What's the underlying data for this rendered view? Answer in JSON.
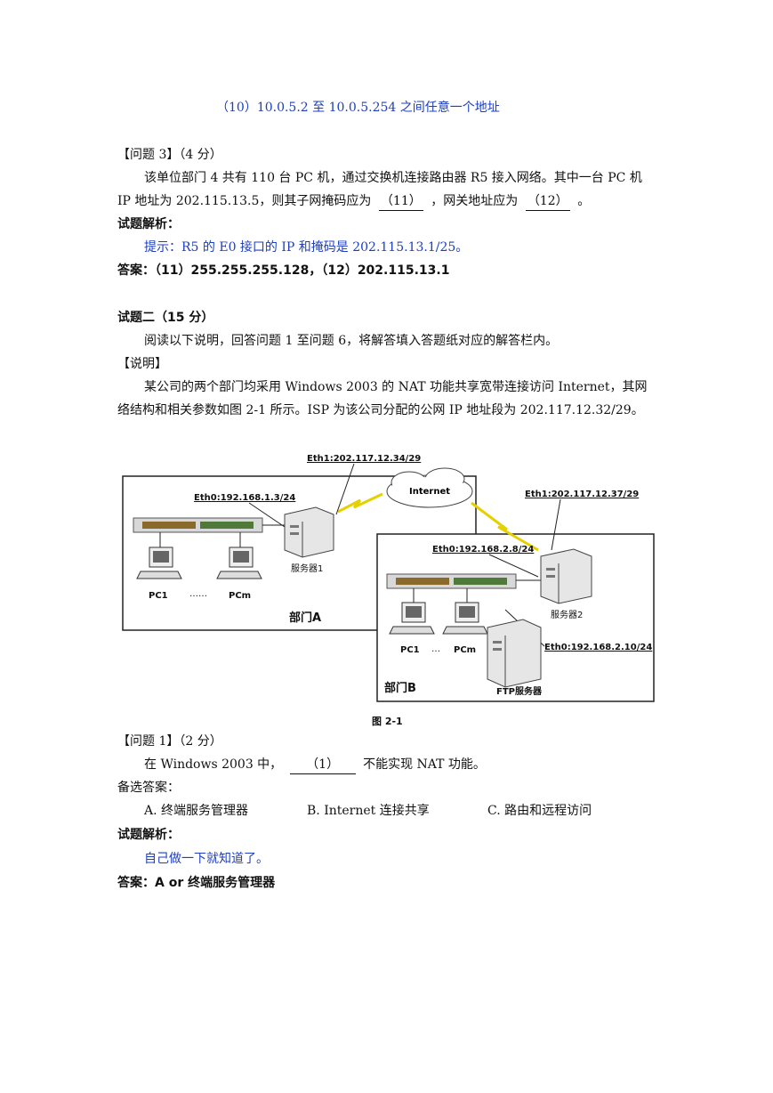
{
  "q2_answer10": "（10）10.0.5.2 至 10.0.5.254 之间任意一个地址",
  "q3": {
    "heading": "【问题 3】（4 分）",
    "line1": "该单位部门 4 共有 110 台 PC 机，通过交换机连接路由器 R5 接入网络。其中一台 PC 机",
    "line2_a": "IP 地址为 202.115.13.5，则其子网掩码应为",
    "blank11": "（11）",
    "line2_b": "，网关地址应为",
    "blank12": "（12）",
    "line2_c": "。",
    "analysis_label": "试题解析：",
    "hint": "提示：R5 的 E0 接口的 IP 和掩码是 202.115.13.1/25。",
    "answer": "答案：（11）255.255.255.128，（12）202.115.13.1"
  },
  "s2": {
    "title": "试题二（15 分）",
    "intro": "阅读以下说明，回答问题 1 至问题 6，将解答填入答题纸对应的解答栏内。",
    "desc_label": "【说明】",
    "desc1": "某公司的两个部门均采用 Windows 2003 的 NAT 功能共享宽带连接访问 Internet，其网",
    "desc2": "络结构和相关参数如图 2-1 所示。ISP 为该公司分配的公网 IP 地址段为 202.117.12.32/29。"
  },
  "figure": {
    "eth1_a": "Eth1:202.117.12.34/29",
    "internet": "Internet",
    "eth1_b": "Eth1:202.117.12.37/29",
    "eth0_a": "Eth0:192.168.1.3/24",
    "server1": "服务器1",
    "pc1_a": "PC1",
    "dots_a": "……",
    "pcm_a": "PCm",
    "dept_a": "部门A",
    "eth0_b": "Eth0:192.168.2.8/24",
    "server2": "服务器2",
    "eth0_ftp": "Eth0:192.168.2.10/24",
    "pc1_b": "PC1",
    "dots_b": "…",
    "pcm_b": "PCm",
    "dept_b": "部门B",
    "ftp": "FTP服务器",
    "caption": "图 2-1"
  },
  "q1": {
    "heading": "【问题 1】（2 分）",
    "line_a": "在 Windows 2003 中，",
    "blank1": "（1）",
    "line_b": "不能实现 NAT 功能。",
    "options_label": "备选答案：",
    "opt_a": "A. 终端服务管理器",
    "opt_b": "B. Internet 连接共享",
    "opt_c": "C. 路由和远程访问",
    "analysis_label": "试题解析：",
    "hint": "自己做一下就知道了。",
    "answer": "答案：A or 终端服务管理器"
  }
}
